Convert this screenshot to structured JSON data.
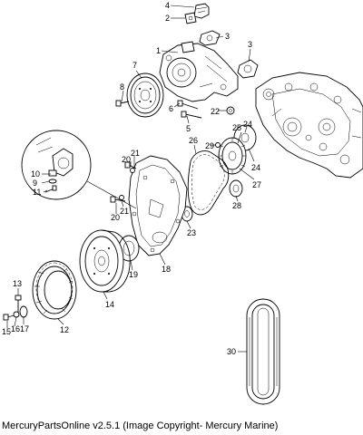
{
  "footer": {
    "caption": "MercuryPartsOnline v2.5.1 (Image Copyright- Mercury Marine)"
  },
  "callouts": {
    "c1": "1",
    "c2": "2",
    "c3a": "3",
    "c3b": "3",
    "c4": "4",
    "c5": "5",
    "c6": "6",
    "c7": "7",
    "c8": "8",
    "c9": "9",
    "c10": "10",
    "c11": "11",
    "c12": "12",
    "c13": "13",
    "c14": "14",
    "c15": "15",
    "c16": "16",
    "c17": "17",
    "c18": "18",
    "c19": "19",
    "c20a": "20",
    "c20b": "20",
    "c21a": "21",
    "c21b": "21",
    "c22": "22",
    "c23": "23",
    "c24a": "24",
    "c24b": "24",
    "c25": "25",
    "c26": "26",
    "c27": "27",
    "c28": "28",
    "c29": "29",
    "c30": "30"
  }
}
